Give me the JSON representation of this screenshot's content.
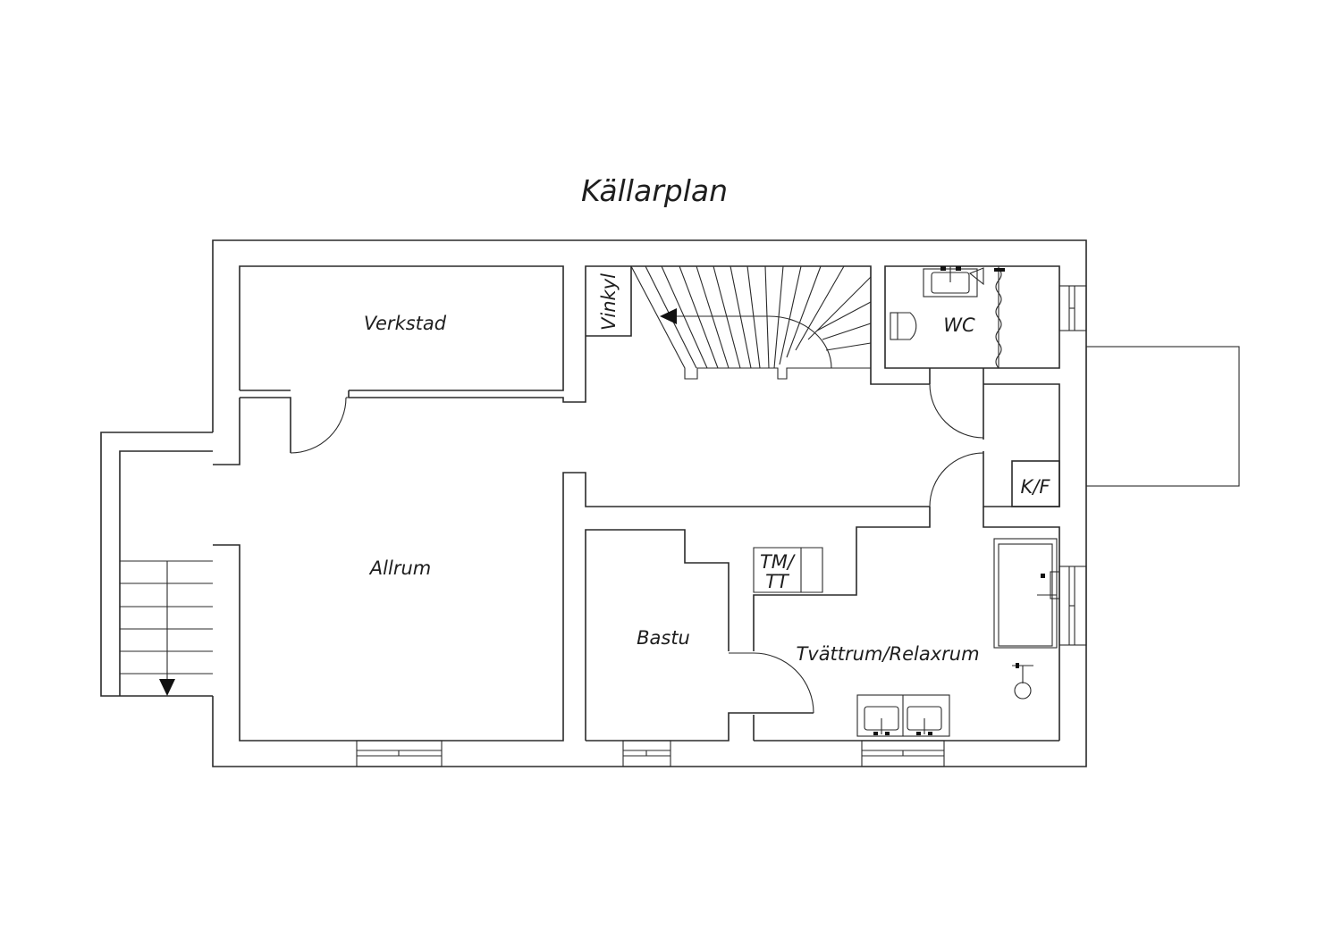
{
  "title": "Källarplan",
  "rooms": {
    "verkstad": "Verkstad",
    "vinkyl": "Vinkyl",
    "wc": "WC",
    "allrum": "Allrum",
    "kf": "K/F",
    "tmtt_line1": "TM/",
    "tmtt_line2": "TT",
    "bastu": "Bastu",
    "tvattrum": "Tvättrum/Relaxrum"
  },
  "colors": {
    "line": "#2a2a2a",
    "text": "#1e1e1e",
    "background": "#ffffff"
  }
}
